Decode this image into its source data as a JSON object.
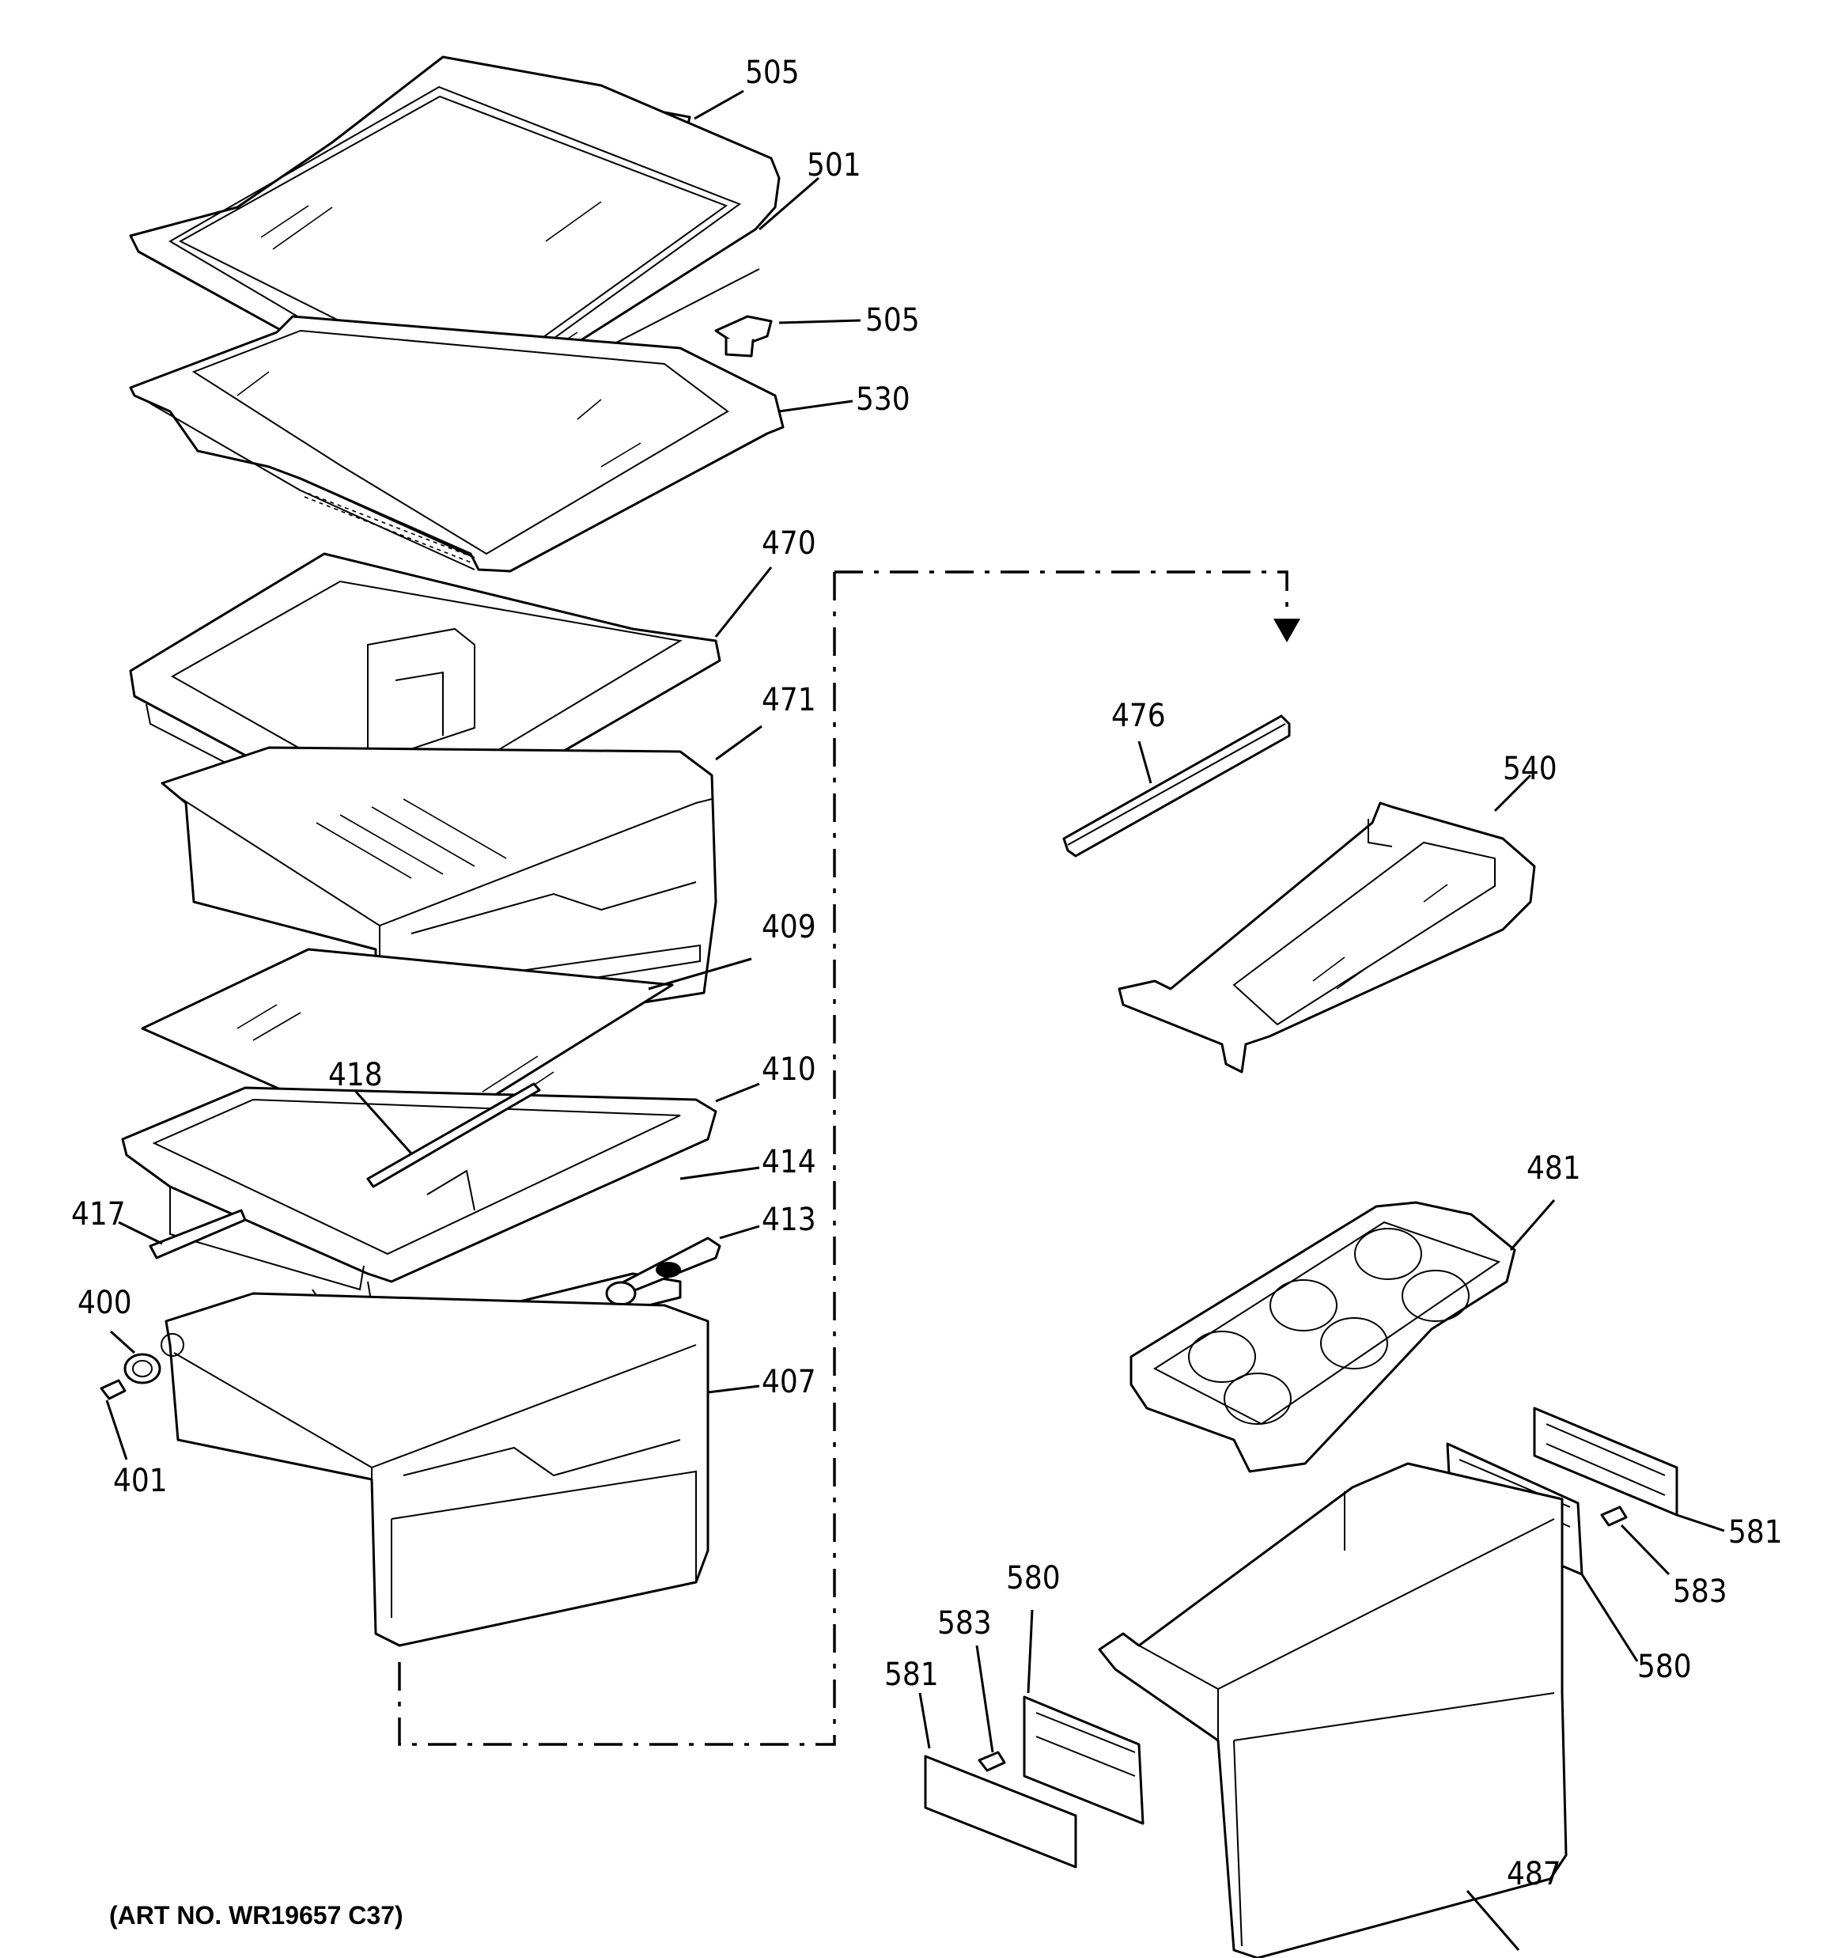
{
  "diagram": {
    "art_number": "(ART NO. WR19657 C37)",
    "callouts": {
      "c505a": "505",
      "c501": "501",
      "c505b": "505",
      "c530": "530",
      "c470": "470",
      "c471": "471",
      "c409": "409",
      "c418": "418",
      "c410": "410",
      "c414": "414",
      "c417": "417",
      "c413": "413",
      "c400": "400",
      "c407": "407",
      "c401": "401",
      "c476": "476",
      "c540": "540",
      "c481": "481",
      "c581a": "581",
      "c583a": "583",
      "c580a": "580",
      "c580b": "580",
      "c583b": "583",
      "c581b": "581",
      "c487": "487"
    }
  }
}
